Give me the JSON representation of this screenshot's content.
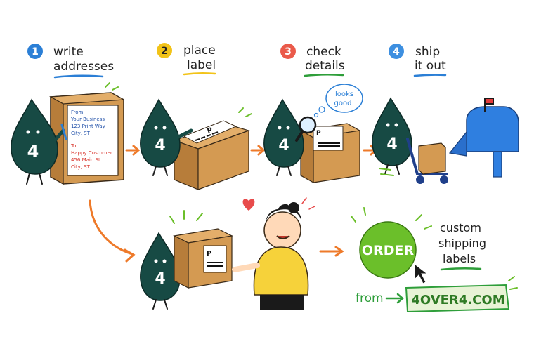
{
  "steps": [
    {
      "number": "1",
      "line1": "write",
      "line2": "addresses",
      "badge_color": "#2b7fd6",
      "underline_color": "#2b7fd6"
    },
    {
      "number": "2",
      "line1": "place",
      "line2": "label",
      "badge_color": "#f2c318",
      "underline_color": "#f2c318"
    },
    {
      "number": "3",
      "line1": "check",
      "line2": "details",
      "badge_color": "#ea5a4a",
      "underline_color": "#2e9e3a"
    },
    {
      "number": "4",
      "line1": "ship",
      "line2": "it out",
      "badge_color": "#3d8fe0",
      "underline_color": "#2b7fd6"
    }
  ],
  "mascot": {
    "glyph": "4",
    "color": "#174a44"
  },
  "address_card": {
    "from_label": "From:",
    "from_name": "Your Business",
    "from_street": "123 Print Way",
    "from_city": "City, ST",
    "to_label": "To:",
    "to_name": "Happy Customer",
    "to_street": "456 Main St",
    "to_city": "City, ST"
  },
  "shipping_label_letter": "P",
  "thought_bubble": {
    "line1": "looks",
    "line2": "good!"
  },
  "order_button": {
    "label": "ORDER",
    "color": "#6bbf2a"
  },
  "tagline": {
    "line1": "custom",
    "line2": "shipping",
    "line3": "labels"
  },
  "source": {
    "from_text": "from",
    "site": "4OVER4.COM",
    "accent": "#2e9e3a"
  },
  "colors": {
    "box": "#d49a52",
    "box_dark": "#b77d3a",
    "mailbox": "#2f7fe0",
    "arrow": "#ee7a2a",
    "heart": "#e84b4b",
    "shirt": "#f6d23a"
  }
}
